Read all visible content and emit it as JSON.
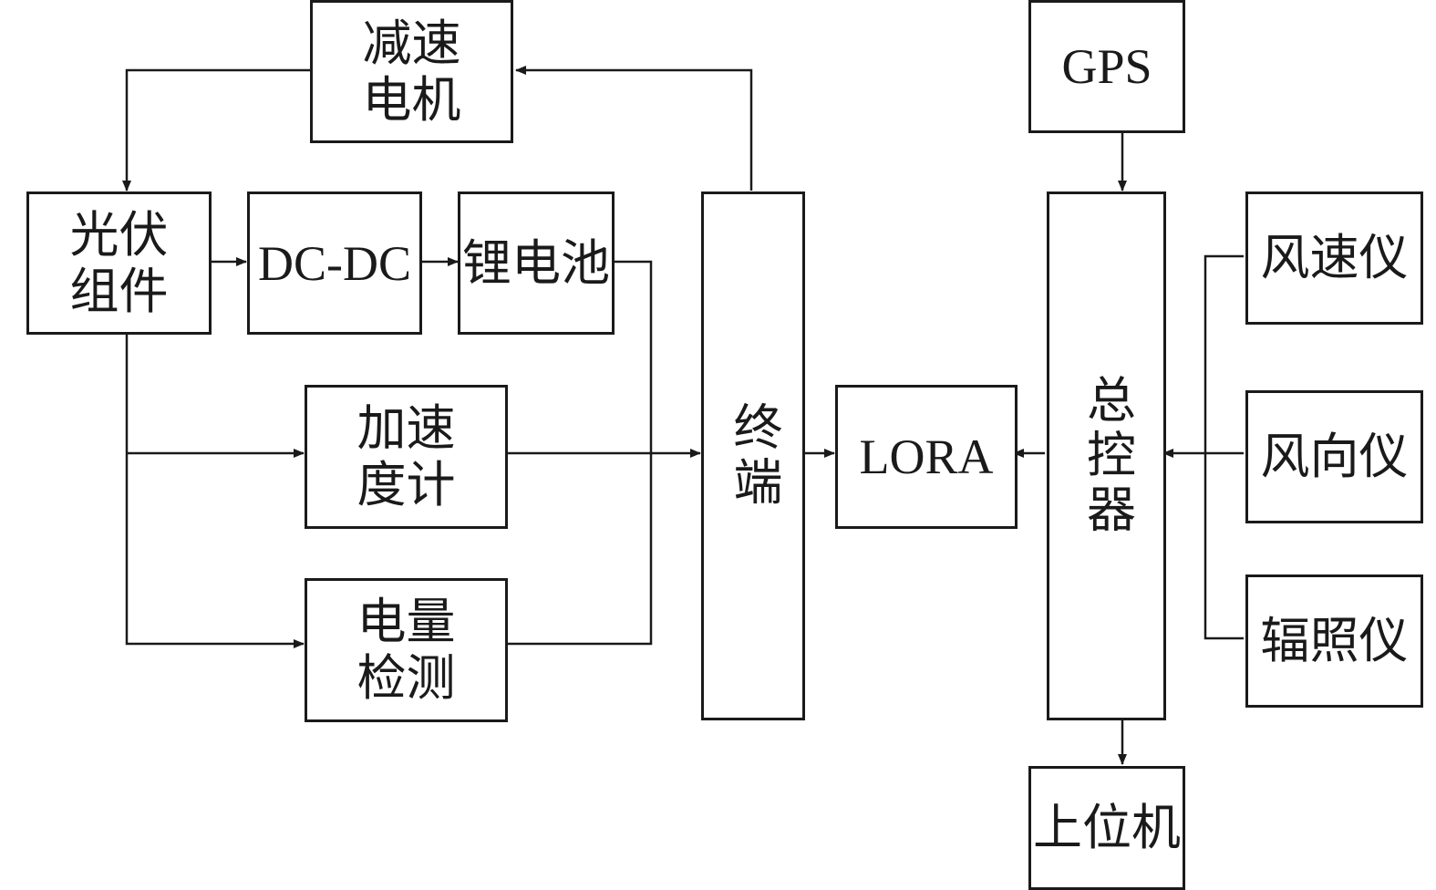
{
  "blocks": {
    "motor": "减速电机",
    "pv": "光伏组件",
    "dcdc": "DC-DC",
    "battery": "锂电池",
    "accel": "加速度计",
    "power": "电量检测",
    "terminal": "终端",
    "lora": "LORA",
    "gps": "GPS",
    "controller": "总控器",
    "wind_speed": "风速仪",
    "wind_dir": "风向仪",
    "radiation": "辐照仪",
    "host": "上位机"
  }
}
